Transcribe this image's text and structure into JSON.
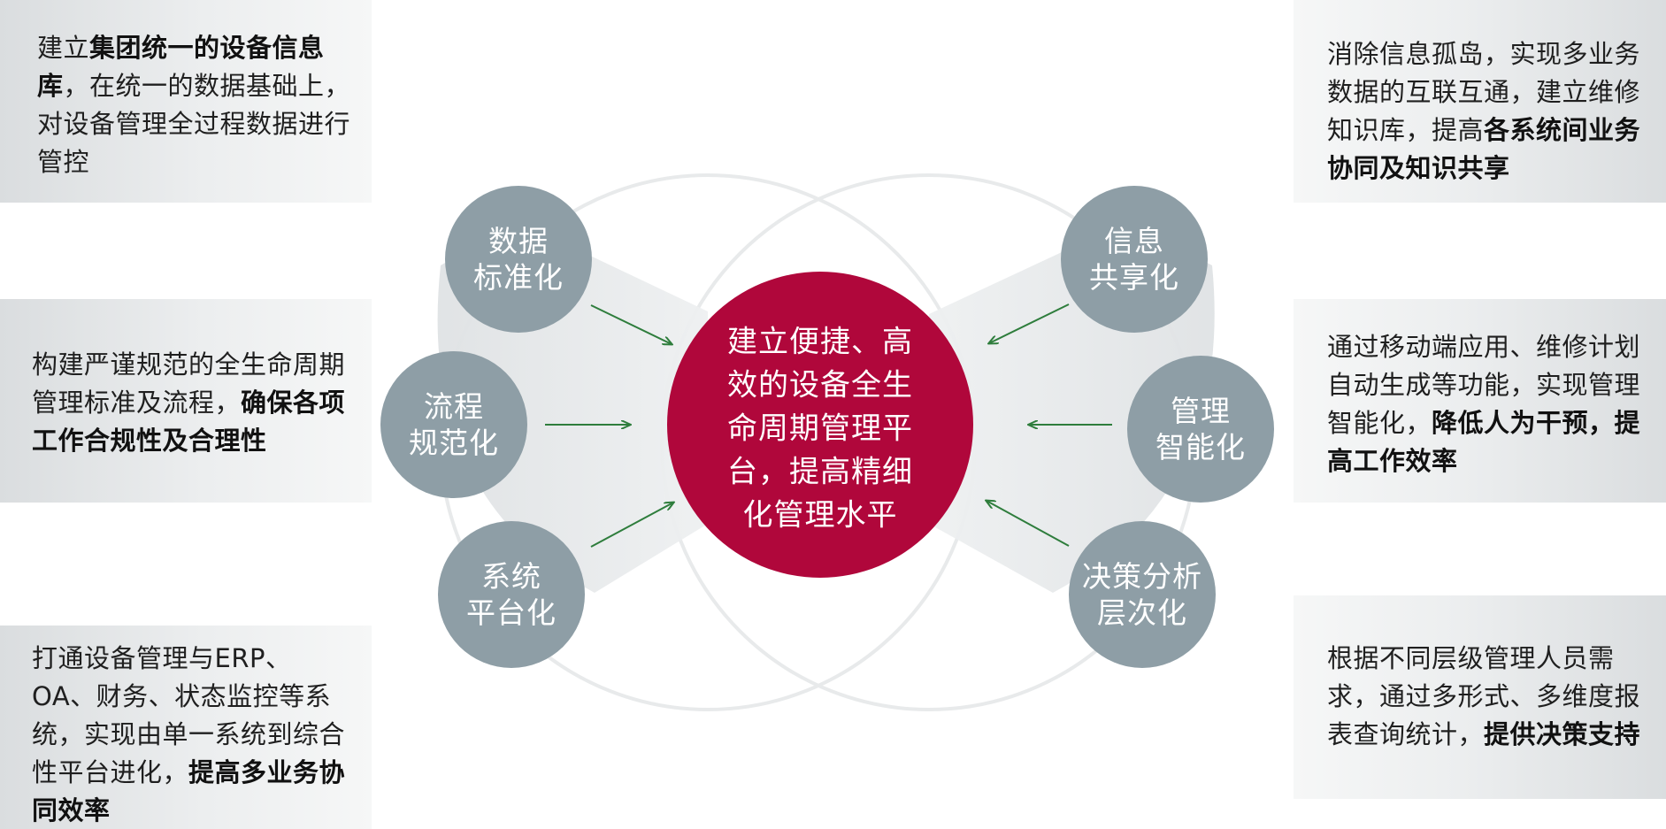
{
  "center": {
    "text": "建立便捷、高\n效的设备全生\n命周期管理平\n台，提高精细\n化管理水平",
    "color": "#b0073b"
  },
  "nodes": {
    "data_std": "数据\n标准化",
    "process_std": "流程\n规范化",
    "system_platform": "系统\n平台化",
    "info_share": "信息\n共享化",
    "mgmt_smart": "管理\n智能化",
    "decision_level": "决策分析\n层次化",
    "node_color": "#8e9ea6"
  },
  "arrow_color": "#2e7d3c",
  "panels": {
    "top_left": {
      "s1": "建立",
      "b1": "集团统一的设备信息库",
      "s2": "，在统一的数据基础上，对设备管理全过程数据进行管控"
    },
    "mid_left": {
      "s1": "构建严谨规范的全生命周期管理标准及流程，",
      "b1": "确保各项工作合规性及合理性"
    },
    "bottom_left": {
      "s1": "打通设备管理与ERP、OA、财务、状态监控等系统，实现由单一系统到综合性平台进化，",
      "b1": "提高多业务协同效率"
    },
    "top_right": {
      "s1": "消除信息孤岛，实现多业务数据的互联互通，建立维修知识库，提高",
      "b1": "各系统间业务协同及知识共享"
    },
    "mid_right": {
      "s1": "通过移动端应用、维修计划自动生成等功能，实现管理智能化，",
      "b1": "降低人为干预，提高工作效率"
    },
    "bottom_right": {
      "s1": "根据不同层级管理人员需求，通过多形式、多维度报表查询统计，",
      "b1": "提供决策支持"
    }
  }
}
